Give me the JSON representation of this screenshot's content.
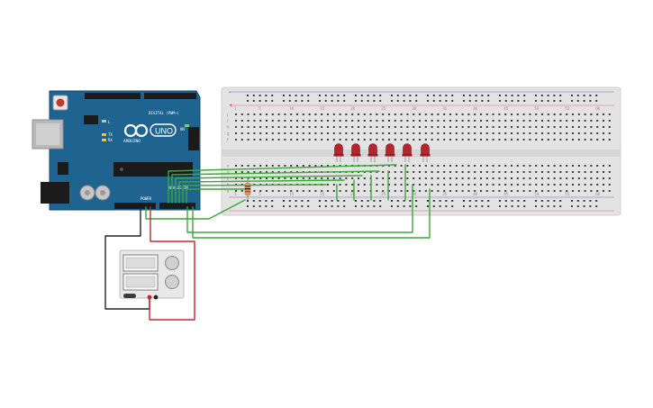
{
  "arduino": {
    "brand": "ARDUINO",
    "model": "UNO",
    "digital_header_label": "DIGITAL (PWM~)",
    "power_header_label": "POWER",
    "analog_header_label": "ANALOG IN",
    "tx_label": "TX",
    "rx_label": "RX",
    "on_label": "ON",
    "l_label": "L",
    "board_color": "#1f6391"
  },
  "breadboard": {
    "row_letters_top": [
      "j",
      "i",
      "h",
      "g",
      "f"
    ],
    "row_letters_bottom": [
      "e",
      "d",
      "c",
      "b",
      "a"
    ],
    "column_numbers": [
      "1",
      "5",
      "10",
      "15",
      "20",
      "25",
      "30",
      "35",
      "40",
      "45",
      "50",
      "55",
      "60"
    ],
    "plus_symbol": "+",
    "minus_symbol": "-"
  },
  "components": {
    "led_count": 6,
    "led_color": "#b0272d",
    "resistor_color": "#c9a36b"
  },
  "wires": {
    "green": "#3aa935",
    "red": "#c9262b",
    "black": "#222222"
  },
  "power_supply": {
    "body_color": "#e8e8e8"
  }
}
